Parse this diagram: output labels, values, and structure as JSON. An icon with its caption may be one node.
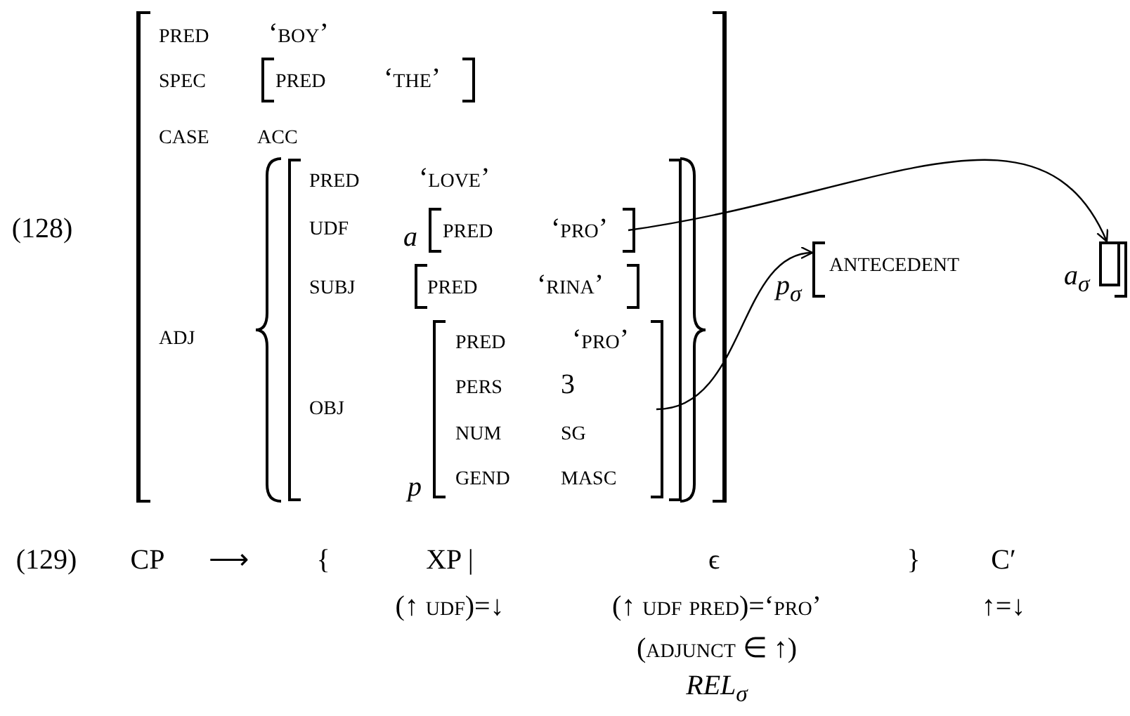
{
  "diagram": {
    "nodes": [
      {
        "text": [
          "pred",
          "‘boy’",
          "spec",
          "case",
          "acc",
          "adj"
        ]
      },
      {
        "text": [
          "pred",
          "‘the’"
        ],
        "in": 0
      },
      {
        "text": [
          "pred",
          "‘love’",
          "udf",
          "subj",
          "obj"
        ],
        "in": 0
      },
      {
        "text": [
          "pred",
          "‘pro’"
        ],
        "in": 2,
        "beside": [
          "a"
        ]
      },
      {
        "text": [
          "pred",
          "‘rina’"
        ],
        "in": 2
      },
      {
        "text": [
          "pred",
          "‘pro’",
          "pers",
          "3",
          "num",
          "sg",
          "gend",
          "masc"
        ],
        "in": 2,
        "beside": [
          "p"
        ]
      },
      {
        "text": [
          "antecedent"
        ],
        "beside": [
          "p$_{σ}$"
        ]
      },
      {
        "text": [],
        "shape": "box",
        "in": 6,
        "beside": [
          "a$_{σ}$"
        ]
      }
    ],
    "edges": [
      {
        "from": 3,
        "to": 7,
        "arrow": "to"
      },
      {
        "from": 5,
        "to": 6,
        "arrow": "to"
      }
    ],
    "labels": [
      "(128)",
      "(129)",
      "CP",
      "⟶",
      "{",
      "XP |",
      "ϵ",
      "}",
      "C′",
      "(↑ udf)=↓",
      "(↑ udf pred)=‘pro’",
      "↑=↓",
      "(adjunct ∈ ↑)",
      "REL$_{σ}$"
    ]
  }
}
